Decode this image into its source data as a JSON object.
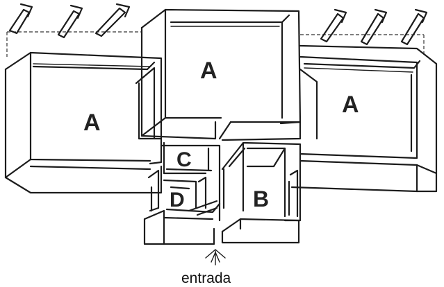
{
  "rooms": {
    "left_a": "A",
    "center_a": "A",
    "right_a": "A",
    "c": "C",
    "d": "D",
    "b": "B"
  },
  "entrance": {
    "label": "entrada"
  },
  "colors": {
    "ink": "#1c1c1c",
    "background": "#ffffff"
  },
  "icons": {
    "arrow": "diagonal-arrow-icon",
    "entrance_arrow": "up-arrow-icon"
  }
}
